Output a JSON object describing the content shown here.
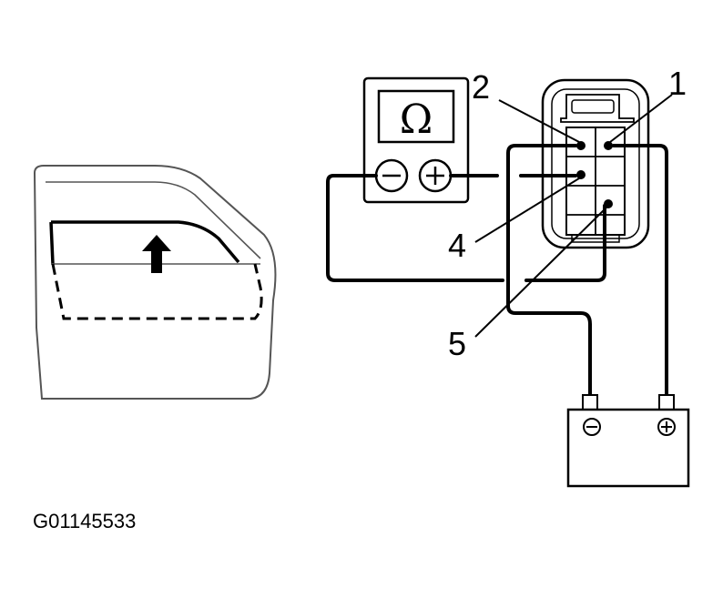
{
  "meter": {
    "display_symbol": "Ω",
    "negative_symbol": "−",
    "positive_symbol": "+"
  },
  "battery": {
    "negative_symbol": "−",
    "positive_symbol": "+"
  },
  "callouts": {
    "label_1": "1",
    "label_2": "2",
    "label_4": "4",
    "label_5": "5"
  },
  "figure_id": "G01145533",
  "colors": {
    "ink": "#000000",
    "background": "#ffffff",
    "window_stroke": "#555555"
  }
}
